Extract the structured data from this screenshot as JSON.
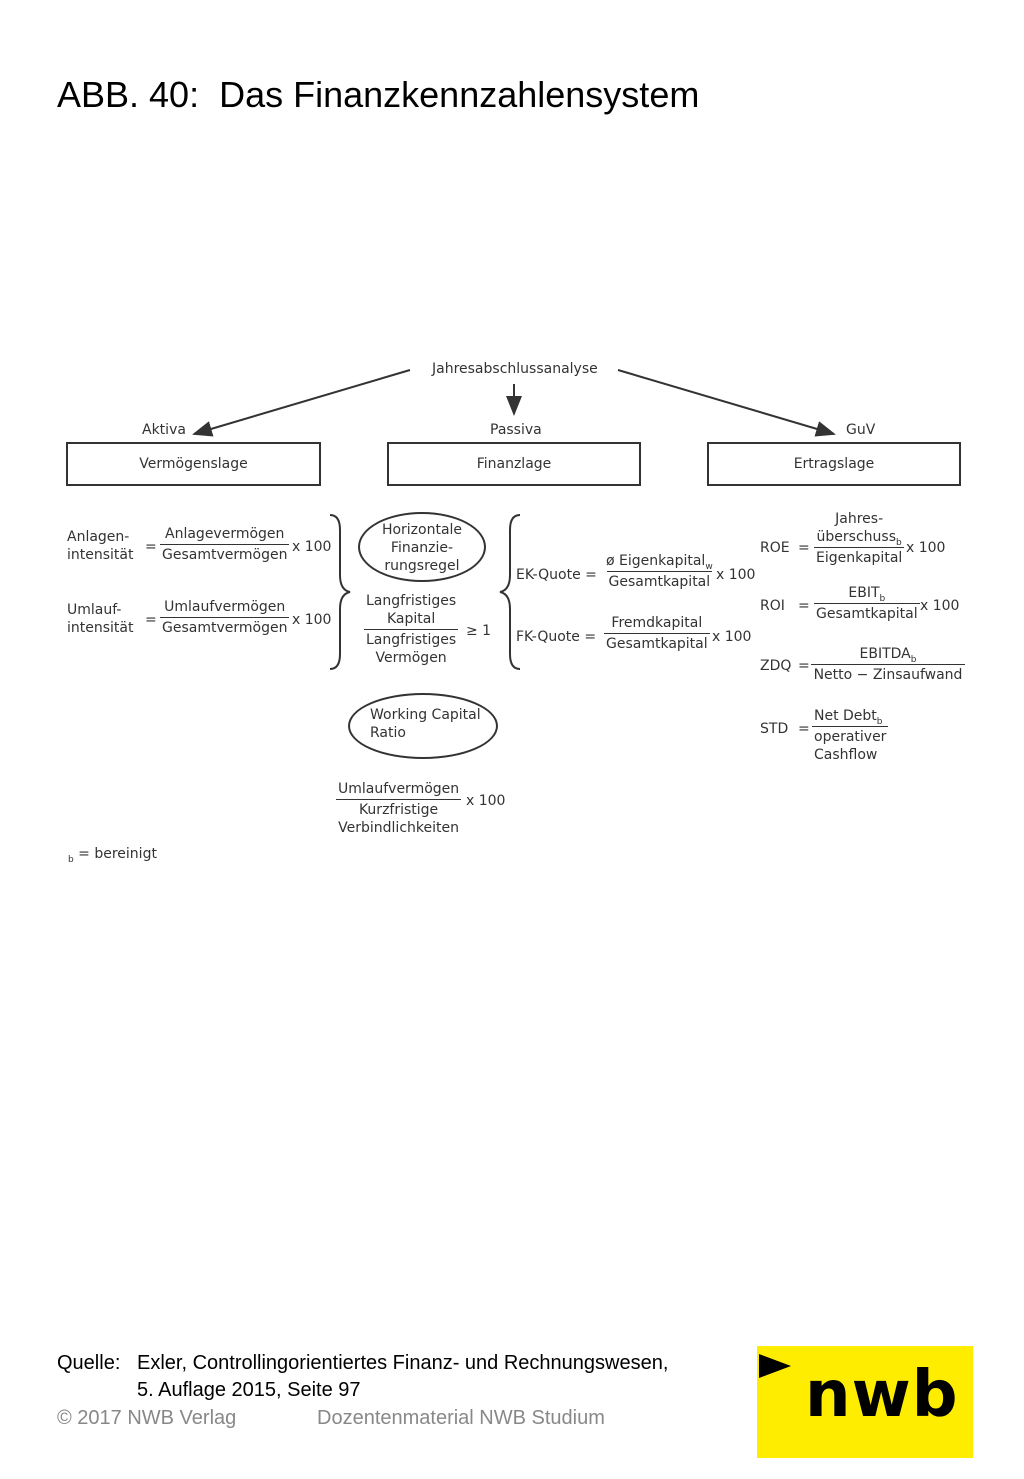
{
  "title": "ABB. 40:  Das Finanzkennzahlensystem",
  "diagram": {
    "root": "Jahresabschlussanalyse",
    "branches": [
      {
        "label": "Aktiva",
        "box": "Vermögenslage"
      },
      {
        "label": "Passiva",
        "box": "Finanzlage"
      },
      {
        "label": "GuV",
        "box": "Ertragslage"
      }
    ],
    "vermoegen": {
      "anlagen": {
        "name1": "Anlagen-",
        "name2": "intensität",
        "eq": "=",
        "num": "Anlagevermögen",
        "den": "Gesamtvermögen",
        "mult": "x 100"
      },
      "umlauf": {
        "name1": "Umlauf-",
        "name2": "intensität",
        "eq": "=",
        "num": "Umlaufvermögen",
        "den": "Gesamtvermögen",
        "mult": "x 100"
      }
    },
    "finanz": {
      "hfr_l1": "Horizontale",
      "hfr_l2": "Finanzie-",
      "hfr_l3": "rungsregel",
      "hfr_num1": "Langfristiges",
      "hfr_num2": "Kapital",
      "hfr_den1": "Langfristiges",
      "hfr_den2": "Vermögen",
      "hfr_cmp": "≥ 1",
      "wcr_l1": "Working Capital",
      "wcr_l2": "Ratio",
      "wcr_num": "Umlaufvermögen",
      "wcr_den1": "Kurzfristige",
      "wcr_den2": "Verbindlichkeiten",
      "wcr_mult": "x 100",
      "ekq_name": "EK-Quote =",
      "ekq_num": "ø Eigenkapital",
      "ekq_sub": "w",
      "ekq_den": "Gesamtkapital",
      "ekq_mult": "x 100",
      "fkq_name": "FK-Quote =",
      "fkq_num": "Fremdkapital",
      "fkq_den": "Gesamtkapital",
      "fkq_mult": "x 100"
    },
    "ertrag": {
      "roe_name": "ROE",
      "roe_eq": "=",
      "roe_num1": "Jahres-",
      "roe_num2": "überschuss",
      "roe_sub": "b",
      "roe_den": "Eigenkapital",
      "roe_mult": "x 100",
      "roi_name": "ROI",
      "roi_eq": "=",
      "roi_num": "EBIT",
      "roi_sub": "b",
      "roi_den": "Gesamtkapital",
      "roi_mult": "x 100",
      "zdq_name": "ZDQ",
      "zdq_eq": "=",
      "zdq_num": "EBITDA",
      "zdq_sub": "b",
      "zdq_den": "Netto − Zinsaufwand",
      "std_name": "STD",
      "std_eq": "=",
      "std_num": "Net Debt",
      "std_sub": "b",
      "std_den1": "operativer",
      "std_den2": "Cashflow"
    },
    "footnote_sub": "b",
    "footnote_text": " = bereinigt"
  },
  "source": {
    "label": "Quelle:",
    "line1": "Exler, Controllingorientiertes Finanz- und Rechnungswesen,",
    "line2": "5. Auflage 2015, Seite 97"
  },
  "footer": {
    "copyright": "© 2017 NWB Verlag",
    "material": "Dozentenmaterial NWB Studium"
  },
  "logo": {
    "text": "nwb",
    "bg_color": "#ffed00"
  }
}
